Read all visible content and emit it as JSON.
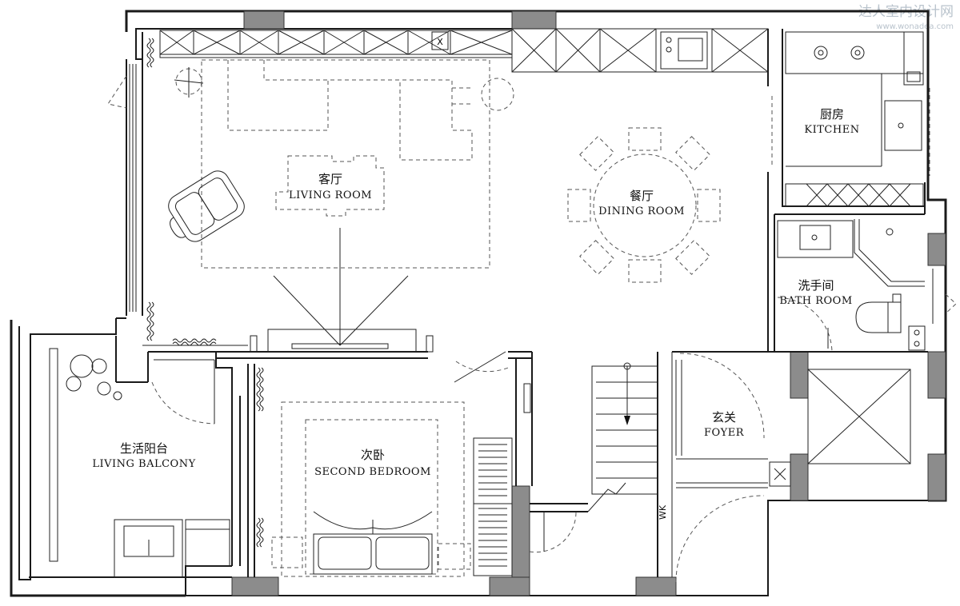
{
  "watermark": {
    "title": "达人室内设计网",
    "url": "www.wonadea.com"
  },
  "rooms": {
    "living": {
      "cn": "客厅",
      "en": "LIVING ROOM"
    },
    "dining": {
      "cn": "餐厅",
      "en": "DINING ROOM"
    },
    "kitchen": {
      "cn": "厨房",
      "en": "KITCHEN"
    },
    "bath": {
      "cn": "洗手间",
      "en": "BATH ROOM"
    },
    "foyer": {
      "cn": "玄关",
      "en": "FOYER"
    },
    "second_bedroom": {
      "cn": "次卧",
      "en": "SECOND BEDROOM"
    },
    "balcony": {
      "cn": "生活阳台",
      "en": "LIVING BALCONY"
    }
  },
  "marks": {
    "wk": "WK",
    "cabinet_x": "X"
  },
  "colors": {
    "wall": "#1a1a1a",
    "column": "#8c8c8c",
    "furniture_dash": "#555555"
  }
}
